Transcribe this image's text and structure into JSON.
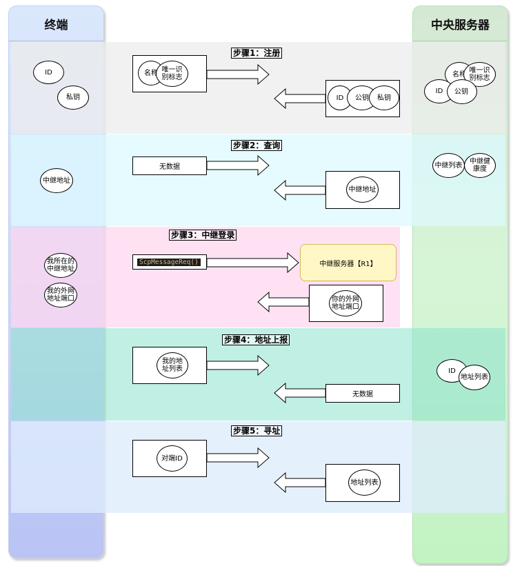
{
  "lanes": {
    "left_title": "终端",
    "right_title": "中央服务器"
  },
  "steps": [
    {
      "title": "步骤1：注册",
      "client_box": [
        "名称",
        "唯一识别标志"
      ],
      "server_box": [
        "ID",
        "公钥",
        "私钥"
      ]
    },
    {
      "title": "步骤2：查询",
      "client_box": "无数据",
      "server_box": "中继地址"
    },
    {
      "title": "步骤3：中继登录",
      "client_box": "ScpMessageReq()",
      "relay": "中继服务器【R1】",
      "relay_reply": "你的外网地址端口"
    },
    {
      "title": "步骤4：地址上报",
      "client_box": "我的地址列表",
      "server_box": "无数据"
    },
    {
      "title": "步骤5：寻址",
      "client_box": "对端ID",
      "server_box": "地址列表"
    }
  ],
  "client_state": {
    "s1_id": "ID",
    "s1_private_key": "私钥",
    "s2_relay_addr": "中继地址",
    "s3_relay_addr": "我所在的中继地址",
    "s3_my_public": "我的外网地址端口"
  },
  "server_state": {
    "s1_name": "名称",
    "s1_uid": "唯一识别标志",
    "s1_id": "ID",
    "s1_pubkey": "公钥",
    "s2_relay_list": "中继列表",
    "s2_relay_health": "中继健康度",
    "s4_id": "ID",
    "s4_addr_list": "地址列表"
  },
  "colors": {
    "band1": "#ededed",
    "band2": "#e0fbff",
    "band3": "#ffe2f2",
    "band4": "#c2eee4",
    "band5": "#e3effd",
    "relay_fill": "#fff8c6",
    "relay_border": "#d6b656"
  }
}
